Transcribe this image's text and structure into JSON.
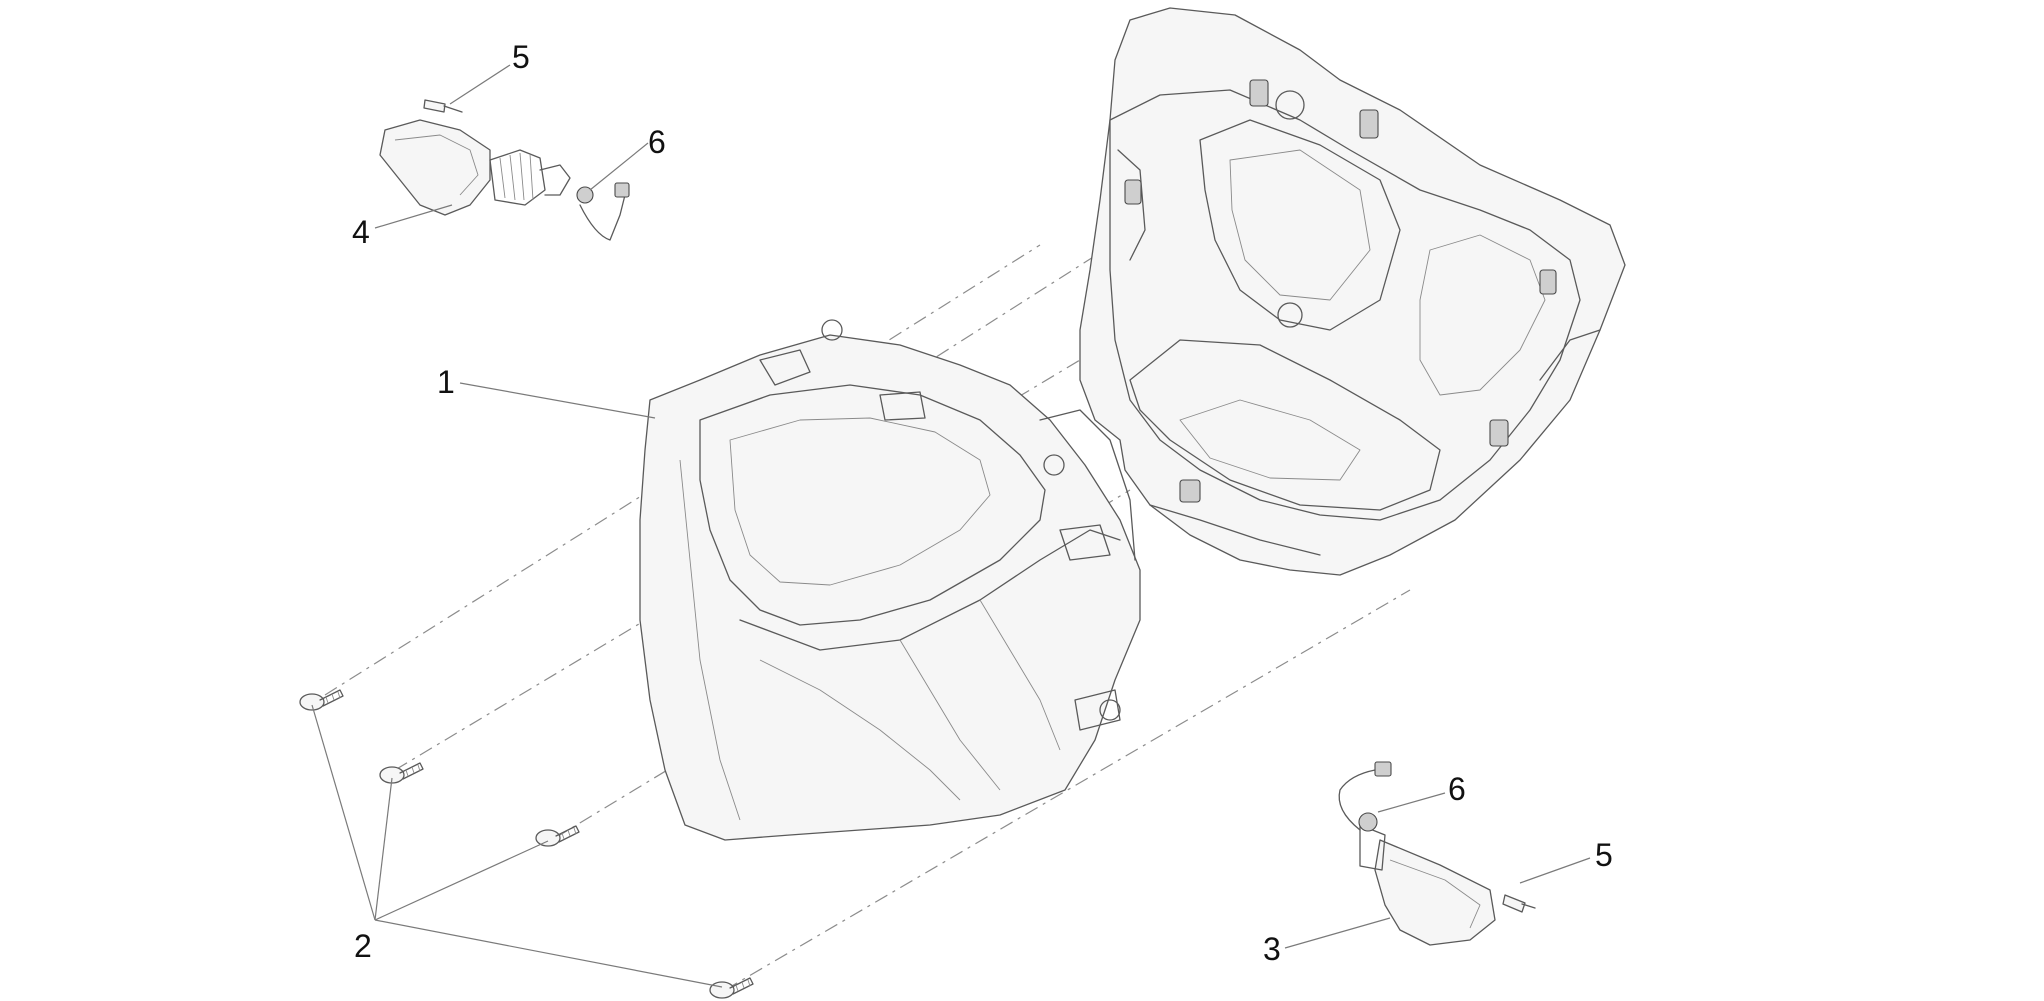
{
  "diagram": {
    "callouts": [
      {
        "id": "c1",
        "label": "1"
      },
      {
        "id": "c2",
        "label": "2"
      },
      {
        "id": "c3",
        "label": "3"
      },
      {
        "id": "c4",
        "label": "4"
      },
      {
        "id": "c5a",
        "label": "5"
      },
      {
        "id": "c5b",
        "label": "5"
      },
      {
        "id": "c6a",
        "label": "6"
      },
      {
        "id": "c6b",
        "label": "6"
      }
    ]
  }
}
